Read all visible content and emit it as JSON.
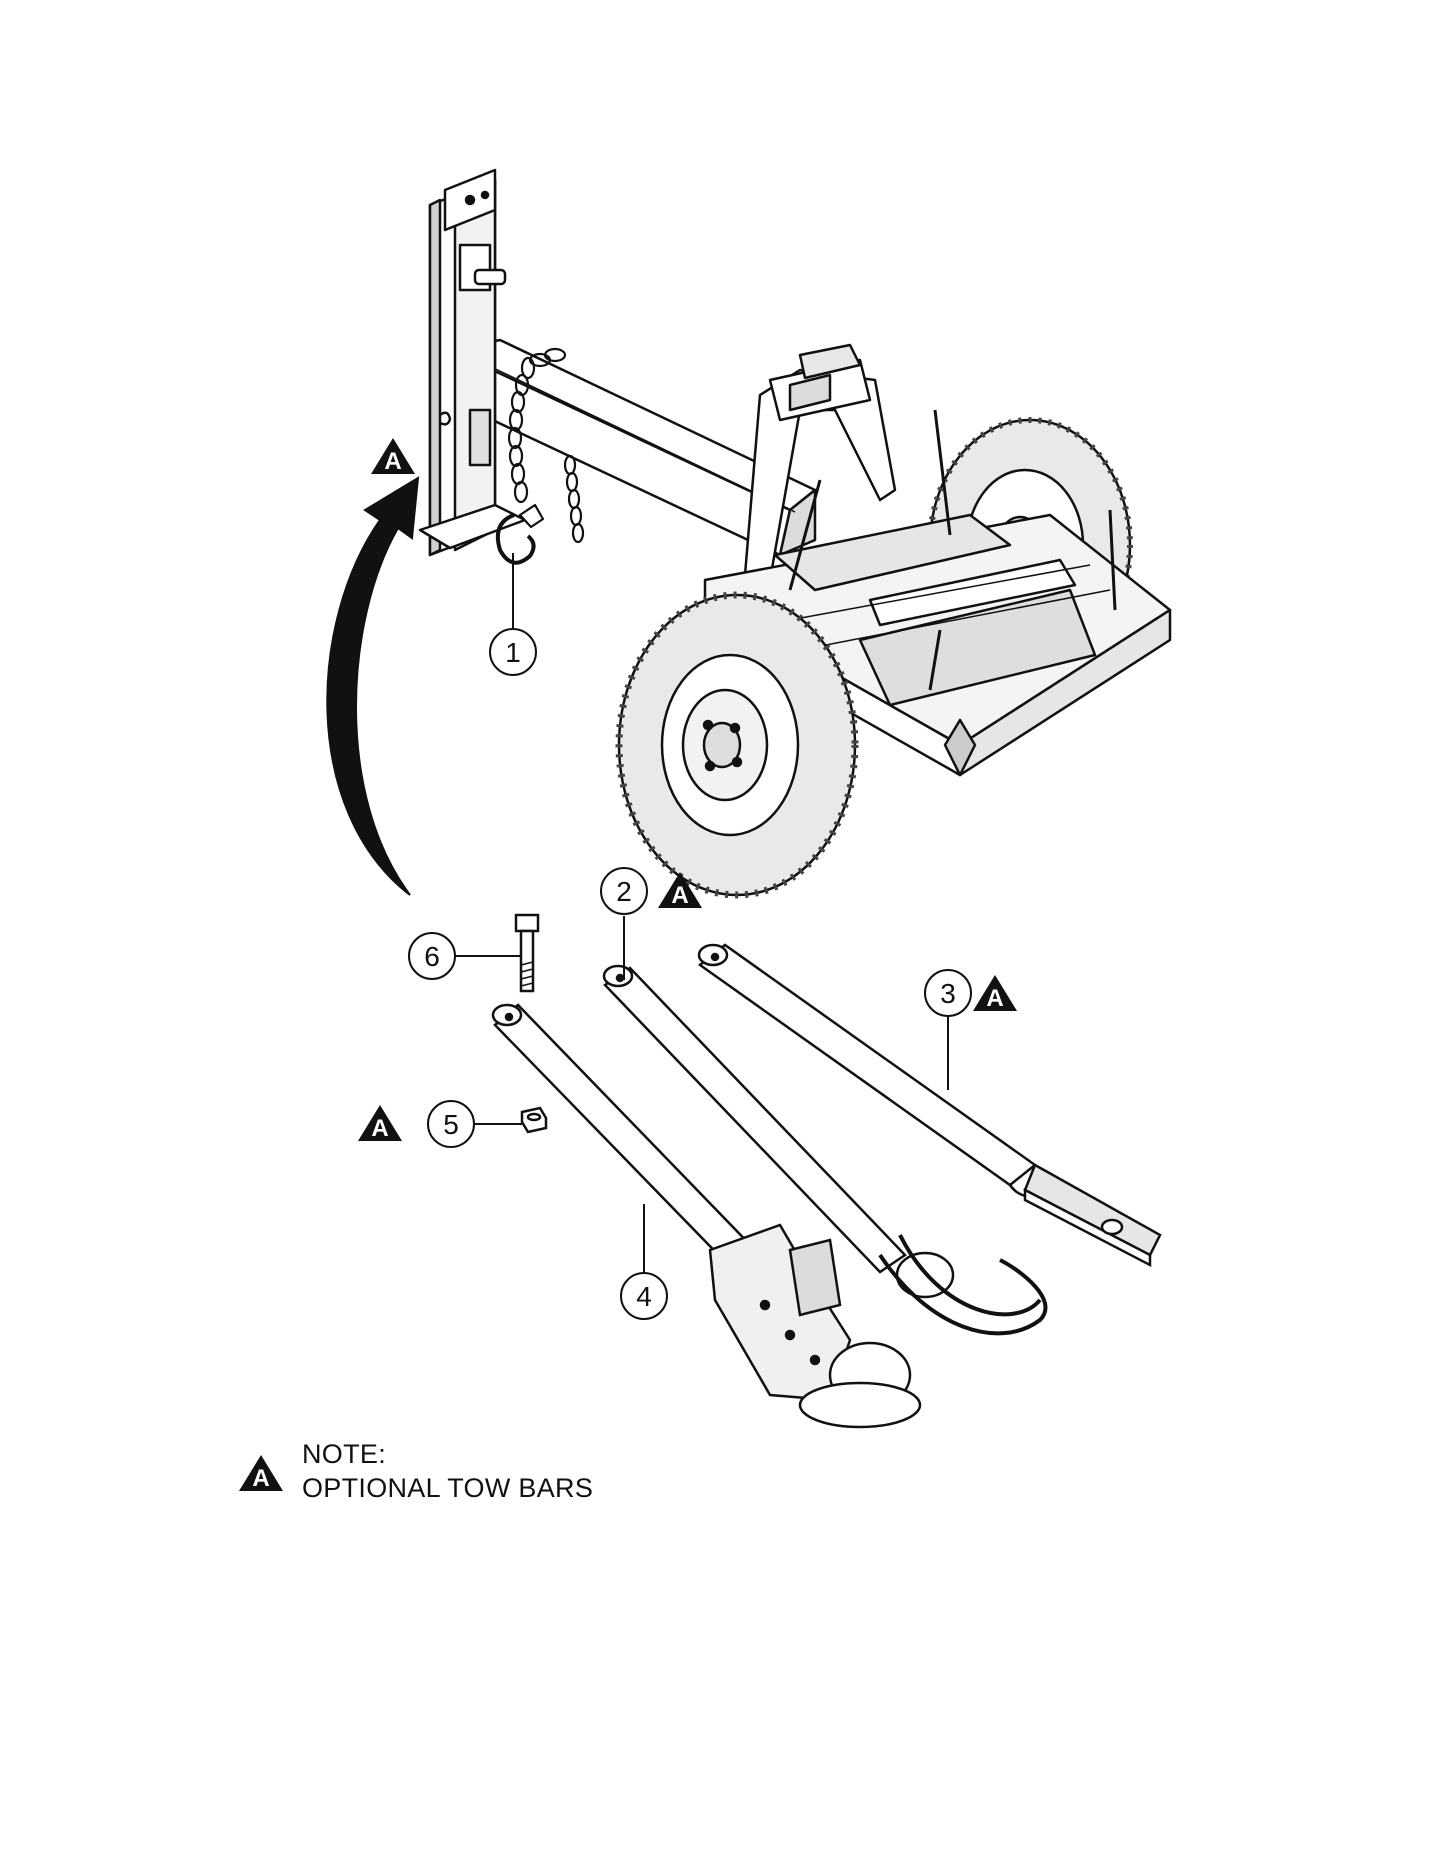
{
  "callouts": {
    "c1": "1",
    "c2": "2",
    "c3": "3",
    "c4": "4",
    "c5": "5",
    "c6": "6"
  },
  "marker": "A",
  "note": {
    "line1": "NOTE:",
    "line2": "OPTIONAL TOW BARS"
  }
}
